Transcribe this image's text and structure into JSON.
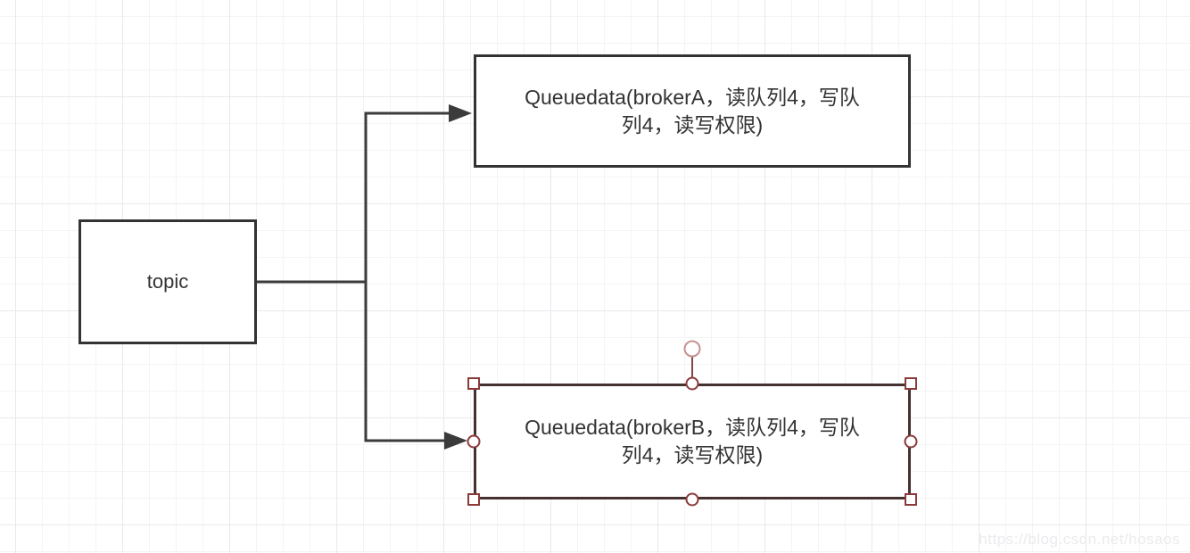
{
  "diagram": {
    "nodes": [
      {
        "id": "topic",
        "label": "topic",
        "selected": false
      },
      {
        "id": "queue-brokerA",
        "line1": "Queuedata(brokerA，读队列4，写队",
        "line2": "列4，读写权限)",
        "selected": false
      },
      {
        "id": "queue-brokerB",
        "line1": "Queuedata(brokerB，读队列4，写队",
        "line2": "列4，读写权限)",
        "selected": true
      }
    ],
    "edges": [
      {
        "from": "topic",
        "to": "queue-brokerA",
        "arrow": "end"
      },
      {
        "from": "topic",
        "to": "queue-brokerB",
        "arrow": "end"
      }
    ]
  },
  "colors": {
    "node_border": "#333333",
    "connector": "#3b3b3b",
    "selected_border": "#463131",
    "selection_handle": "#8b3a3a",
    "rotate_handle": "#c59190",
    "grid_minor": "#f4f4f6",
    "grid_major": "#e9e9ee"
  },
  "watermark": {
    "text": "https://blog.csdn.net/hosaos"
  }
}
